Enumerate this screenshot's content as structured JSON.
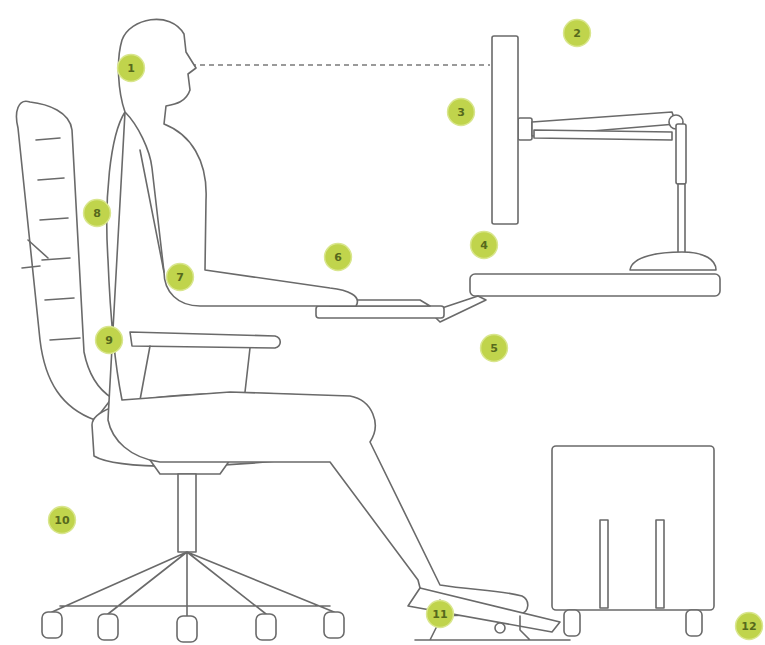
{
  "diagram": {
    "nodes": [
      {
        "text": [
          "1"
        ]
      },
      {
        "text": [
          "2"
        ]
      },
      {
        "text": [
          "3"
        ]
      },
      {
        "text": [
          "4"
        ]
      },
      {
        "text": [
          "5"
        ]
      },
      {
        "text": [
          "6"
        ]
      },
      {
        "text": [
          "7"
        ]
      },
      {
        "text": [
          "8"
        ]
      },
      {
        "text": [
          "9"
        ]
      },
      {
        "text": [
          "10"
        ]
      },
      {
        "text": [
          "11"
        ]
      },
      {
        "text": [
          "12"
        ]
      }
    ]
  }
}
